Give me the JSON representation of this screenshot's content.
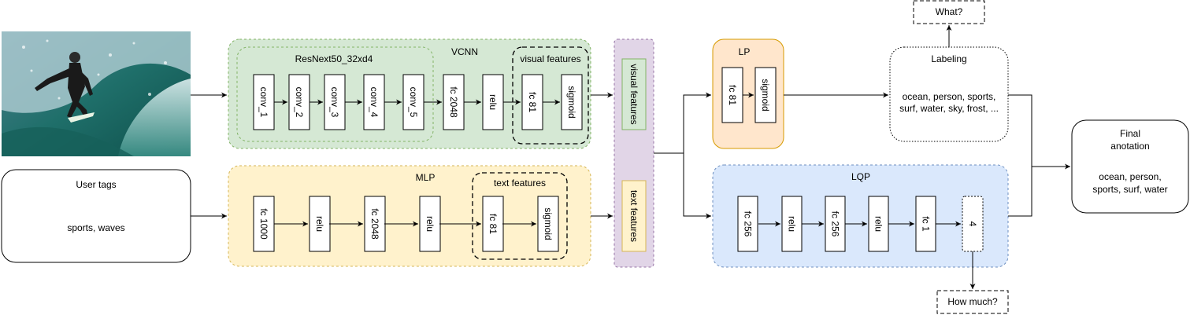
{
  "input_image": {
    "description_label": "surfer-photo"
  },
  "user_tags": {
    "title": "User tags",
    "value": "sports, waves"
  },
  "vcnn": {
    "title": "VCNN",
    "backbone_title": "ResNext50_32xd4",
    "layers": [
      "conv_1",
      "conv_2",
      "conv_3",
      "conv_4",
      "conv_5",
      "fc 2048",
      "relu",
      "fc 81",
      "sigmoid"
    ],
    "visual_features_title": "visual features"
  },
  "mlp": {
    "title": "MLP",
    "layers": [
      "fc 1000",
      "relu",
      "fc 2048",
      "relu",
      "fc 81",
      "sigmoid"
    ],
    "text_features_title": "text features"
  },
  "concat": {
    "visual_label": "visual features",
    "text_label": "text features"
  },
  "lp": {
    "title": "LP",
    "layers": [
      "fc 81",
      "sigmoid"
    ]
  },
  "lqp": {
    "title": "LQP",
    "layers": [
      "fc 256",
      "relu",
      "fc 256",
      "relu",
      "fc 1"
    ],
    "output_value": "4"
  },
  "labeling": {
    "title": "Labeling",
    "line1": "ocean, person, sports,",
    "line2": "surf, water, sky, frost, ..."
  },
  "what": {
    "label": "What?"
  },
  "how_much": {
    "label": "How much?"
  },
  "final": {
    "title_line1": "Final",
    "title_line2": "anotation",
    "line1": "ocean, person,",
    "line2": "sports, surf, water"
  },
  "colors": {
    "green_fill": "#d5e8d4",
    "green_stroke": "#82b366",
    "yellow_fill": "#fff2cc",
    "yellow_stroke": "#d6b656",
    "purple_fill": "#e1d5e7",
    "purple_stroke": "#9673a6",
    "orange_fill": "#ffe6cc",
    "orange_stroke": "#d79b00",
    "blue_fill": "#dae8fc",
    "blue_stroke": "#6c8ebf"
  }
}
